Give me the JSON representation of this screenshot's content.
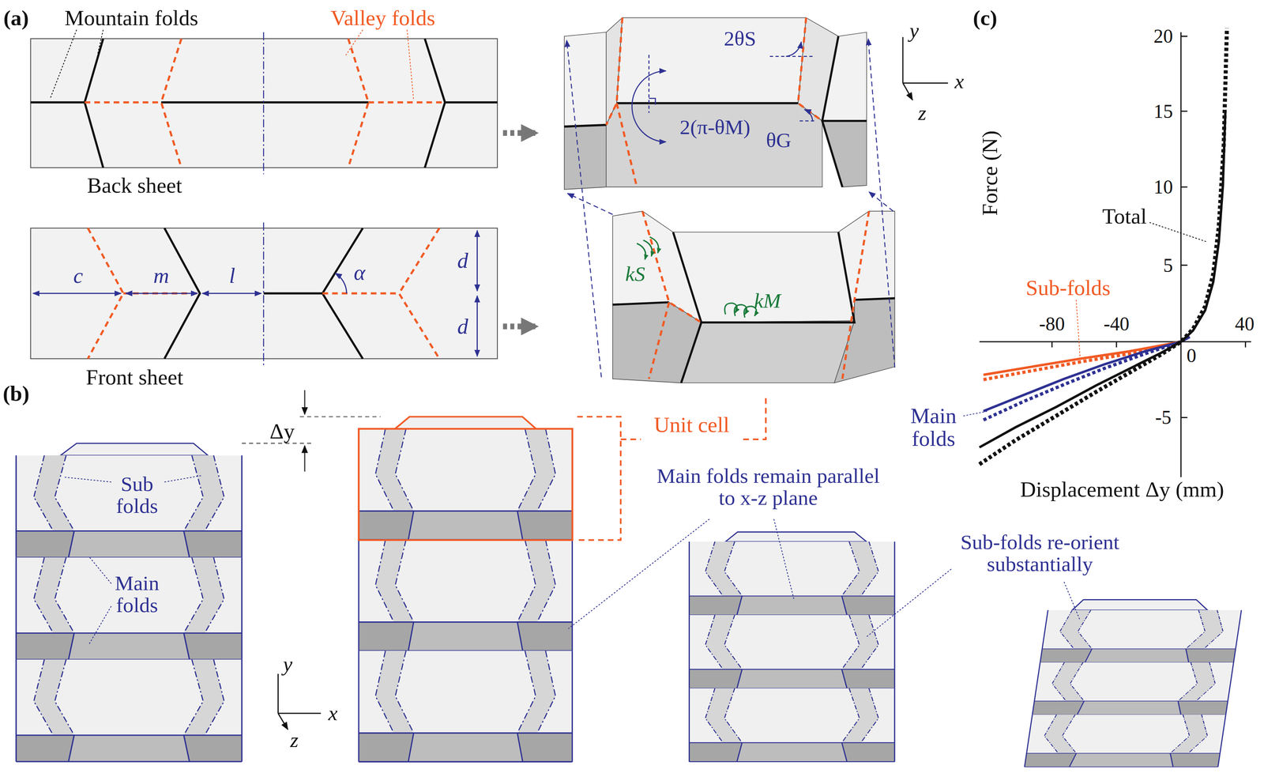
{
  "diagram": {
    "labels": [
      "(a)",
      "Mountain folds",
      "Valley folds",
      "Back sheet",
      "Front sheet",
      "c",
      "m",
      "l",
      "α",
      "d",
      "d",
      "2θS",
      "2(π-θM)",
      "θG",
      "y",
      "x",
      "z",
      "kS",
      "kM",
      "(b)",
      "Δy",
      "Unit cell",
      "Sub folds",
      "Main folds",
      "Main folds remain parallel to x-z plane",
      "Sub-folds re-orient substantially",
      "y",
      "x",
      "z",
      "(c)",
      "Force (N)",
      "20",
      "15",
      "10",
      "5",
      "-5",
      "-80",
      "-40",
      "0",
      "40",
      "Total",
      "Sub-folds",
      "Main folds",
      "Displacement Δy (mm)"
    ]
  }
}
